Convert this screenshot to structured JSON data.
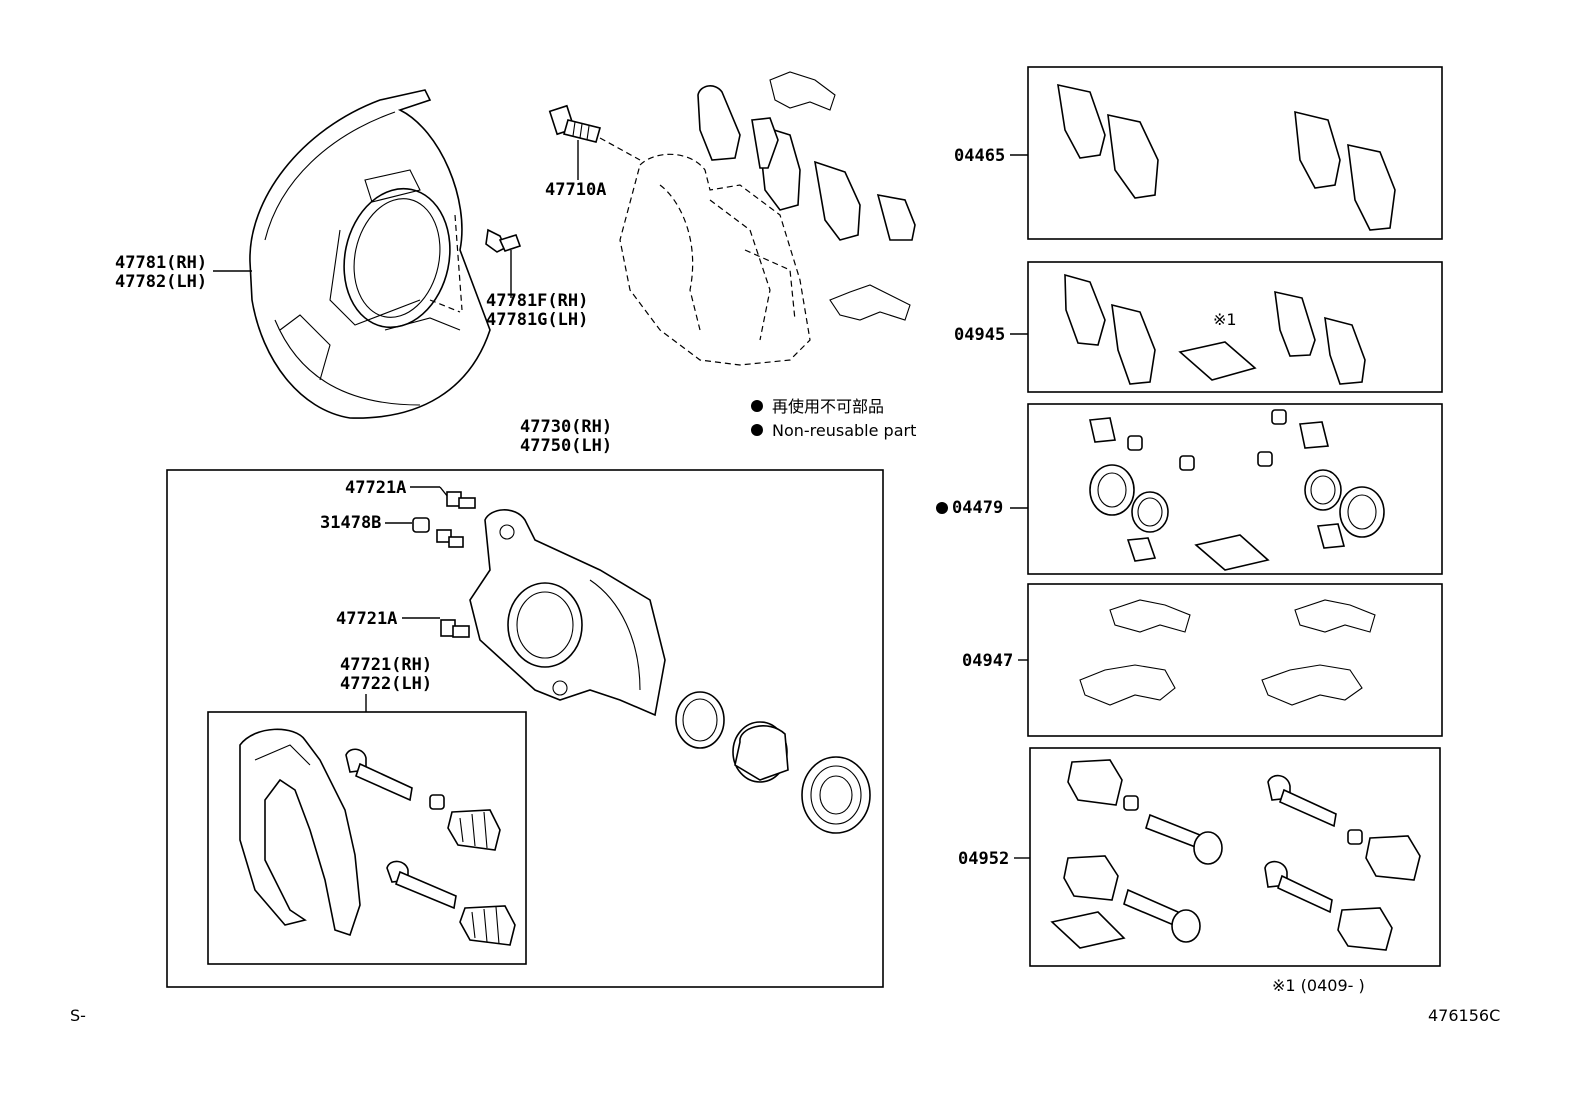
{
  "labels": {
    "shield_rh": "47781(RH)",
    "shield_lh": "47782(LH)",
    "bolt_47710a": "47710A",
    "bolt_rh": "47781F(RH)",
    "bolt_lh": "47781G(LH)",
    "caliper_rh": "47730(RH)",
    "caliper_lh": "47750(LH)",
    "bleeder_top": "47721A",
    "cap_31478b": "31478B",
    "bleeder_mid": "47721A",
    "mount_rh": "47721(RH)",
    "mount_lh": "47722(LH)",
    "kit_04465": "04465",
    "kit_04945": "04945",
    "kit_04479": "04479",
    "kit_04947": "04947",
    "kit_04952": "04952",
    "note_mark": "※1",
    "footnote": "※1 (0409-      )",
    "corner_left": "S-",
    "corner_right": "476156C"
  },
  "legend": {
    "jp": "再使用不可部品",
    "en": "Non-reusable part"
  }
}
